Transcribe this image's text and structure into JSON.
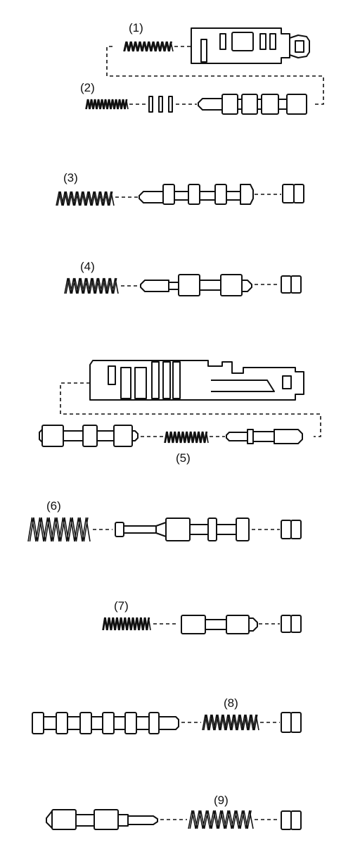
{
  "labels": [
    "(1)",
    "(2)",
    "(3)",
    "(4)",
    "(5)",
    "(6)",
    "(7)",
    "(8)",
    "(9)"
  ],
  "colors": {
    "ink": "#111111",
    "background": "#ffffff"
  }
}
